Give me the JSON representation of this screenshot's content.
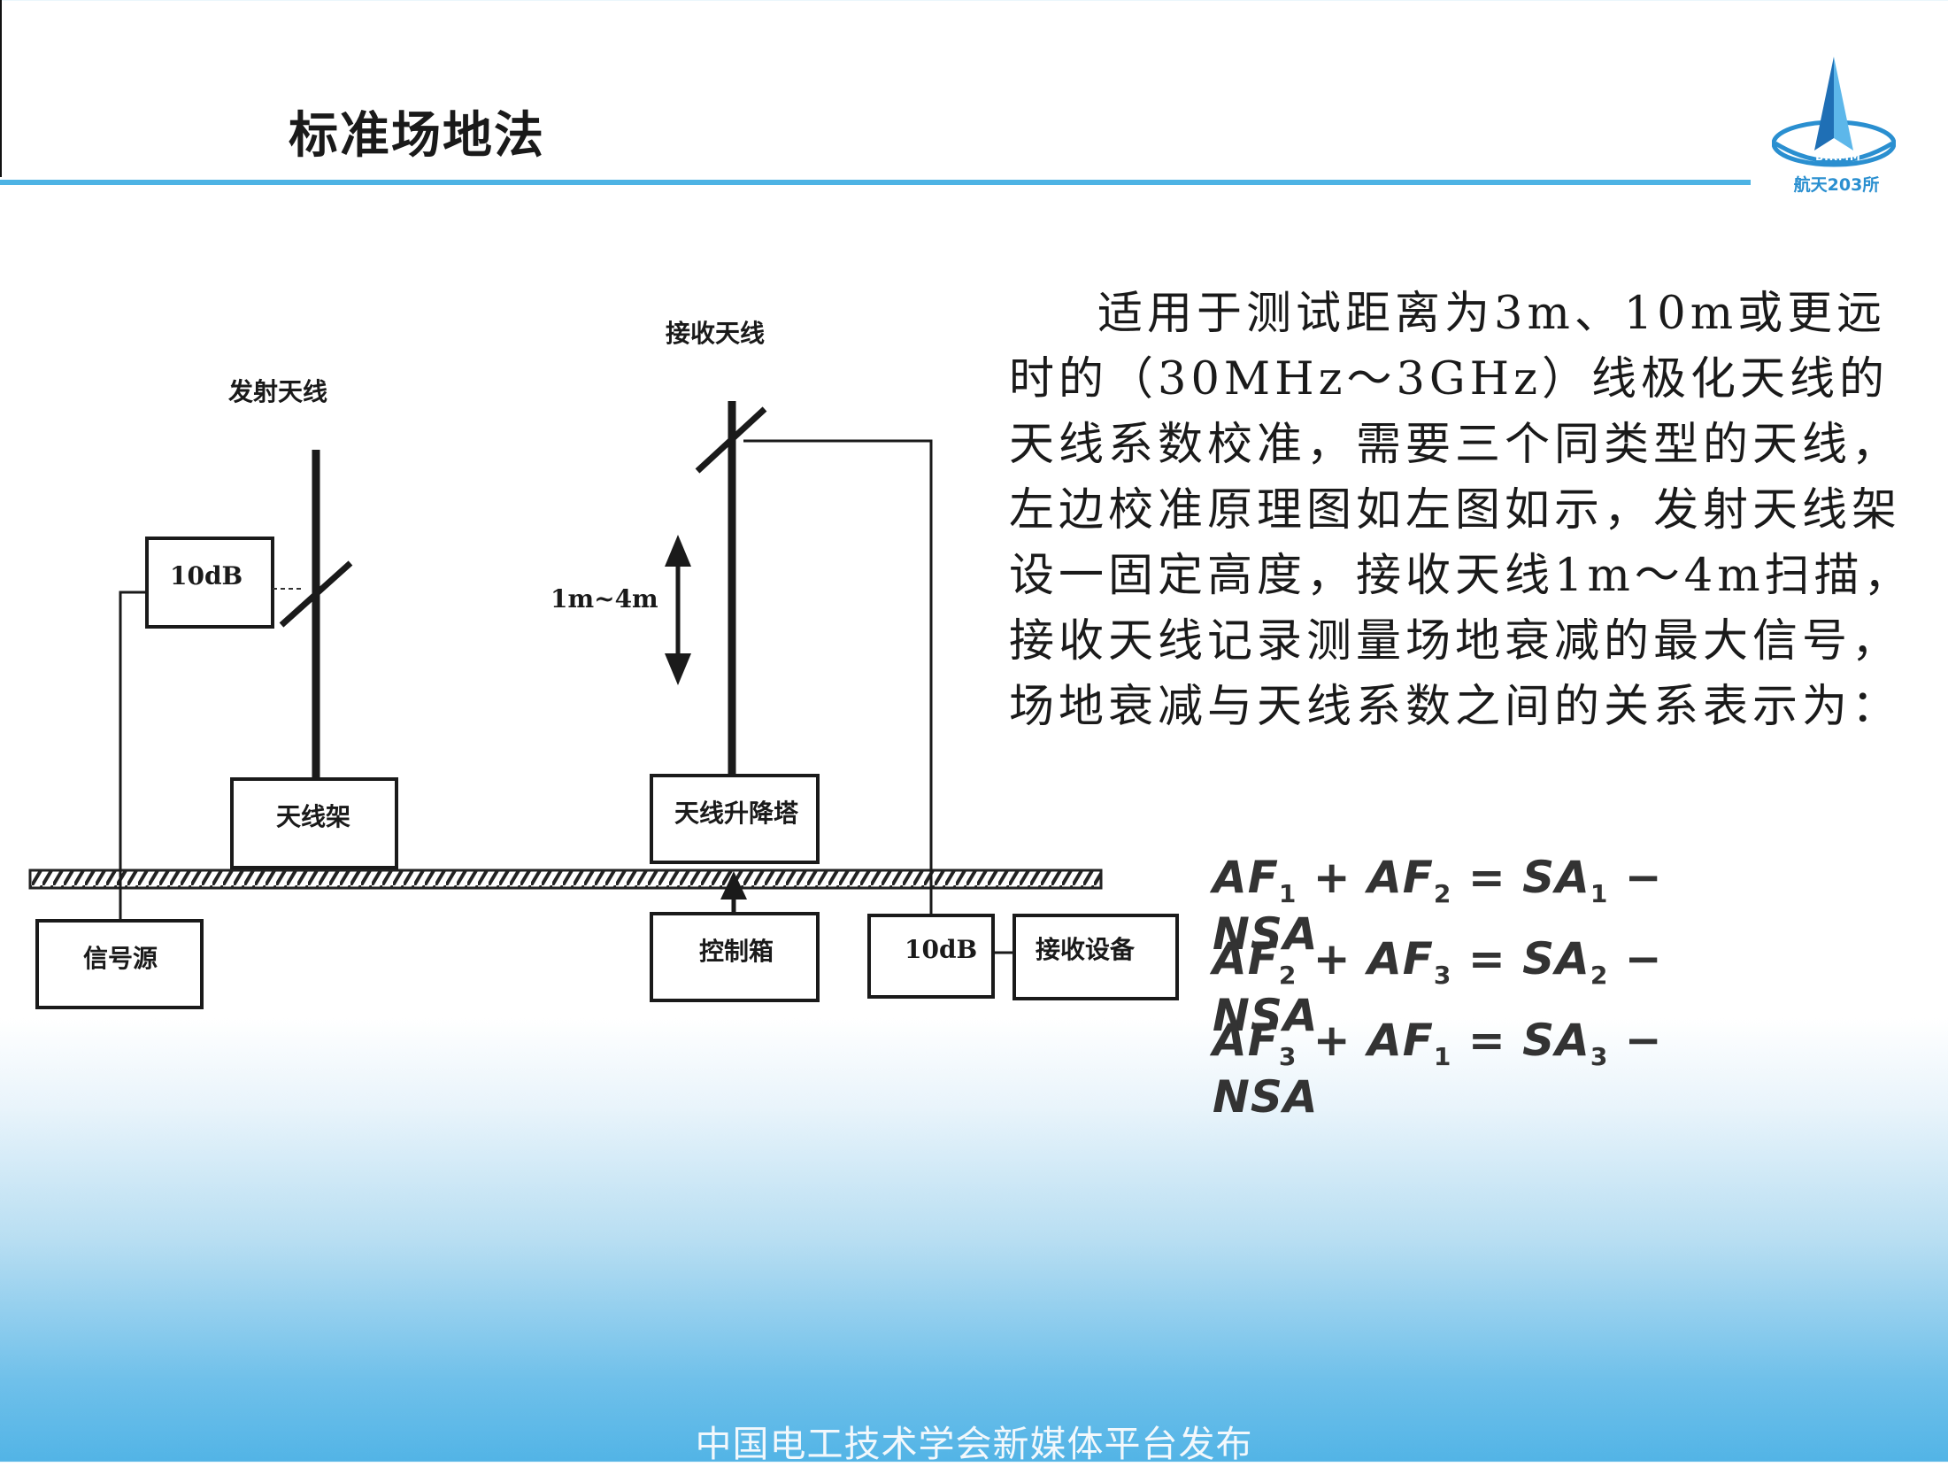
{
  "header": {
    "title": "标准场地法"
  },
  "logo": {
    "caption": "航天203所",
    "sub": "BIRMM"
  },
  "diagram": {
    "labels": {
      "tx_antenna": "发射天线",
      "rx_antenna": "接收天线",
      "attenuator_tx": "10dB",
      "attenuator_rx": "10dB",
      "height_range": "1m~4m",
      "antenna_stand": "天线架",
      "antenna_mast": "天线升降塔",
      "signal_source": "信号源",
      "control_box": "控制箱",
      "receiver": "接收设备"
    }
  },
  "description": "适用于测试距离为3m、10m或更远时的（30MHz～3GHz）线极化天线的天线系数校准，需要三个同类型的天线，左边校准原理图如左图如示，发射天线架设一固定高度，接收天线1m～4m扫描，接收天线记录测量场地衰减的最大信号，场地衰减与天线系数之间的关系表示为：",
  "formulas": [
    {
      "a": "AF",
      "a_sub": "1",
      "b": "AF",
      "b_sub": "2",
      "sa": "SA",
      "sa_sub": "1",
      "nsa": "NSA"
    },
    {
      "a": "AF",
      "a_sub": "2",
      "b": "AF",
      "b_sub": "3",
      "sa": "SA",
      "sa_sub": "2",
      "nsa": "NSA"
    },
    {
      "a": "AF",
      "a_sub": "3",
      "b": "AF",
      "b_sub": "1",
      "sa": "SA",
      "sa_sub": "3",
      "nsa": "NSA"
    }
  ],
  "footer": {
    "text": "中国电工技术学会新媒体平台发布"
  }
}
